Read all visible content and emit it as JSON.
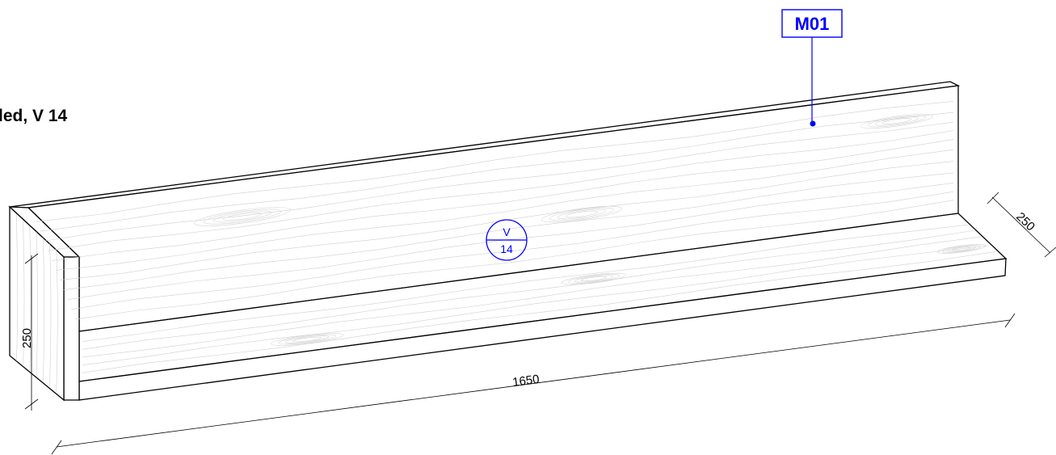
{
  "drawing": {
    "title": "led, V 14",
    "item_tag": "M01",
    "view_symbol": {
      "top": "V",
      "bottom": "14"
    },
    "accent_color": "#0000ff",
    "dimensions": {
      "length": "1650",
      "height": "250",
      "depth": "250"
    }
  }
}
